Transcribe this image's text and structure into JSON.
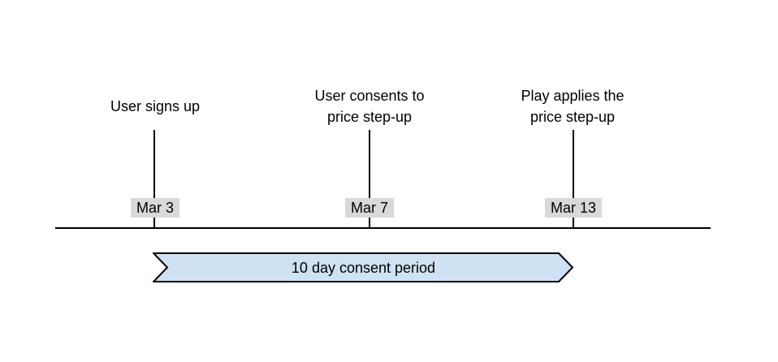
{
  "diagram": {
    "events": [
      {
        "label": "User signs up",
        "date": "Mar 3"
      },
      {
        "label": "User consents to\nprice step-up",
        "date": "Mar 7"
      },
      {
        "label": "Play applies the\nprice step-up",
        "date": "Mar 13"
      }
    ],
    "period_label": "10 day consent period"
  },
  "colors": {
    "background": "#ffffff",
    "line": "#000000",
    "text": "#000000",
    "date_label_background": "#d9d9d9",
    "period_banner_fill": "#cfe2f3",
    "period_banner_border": "#000000"
  }
}
